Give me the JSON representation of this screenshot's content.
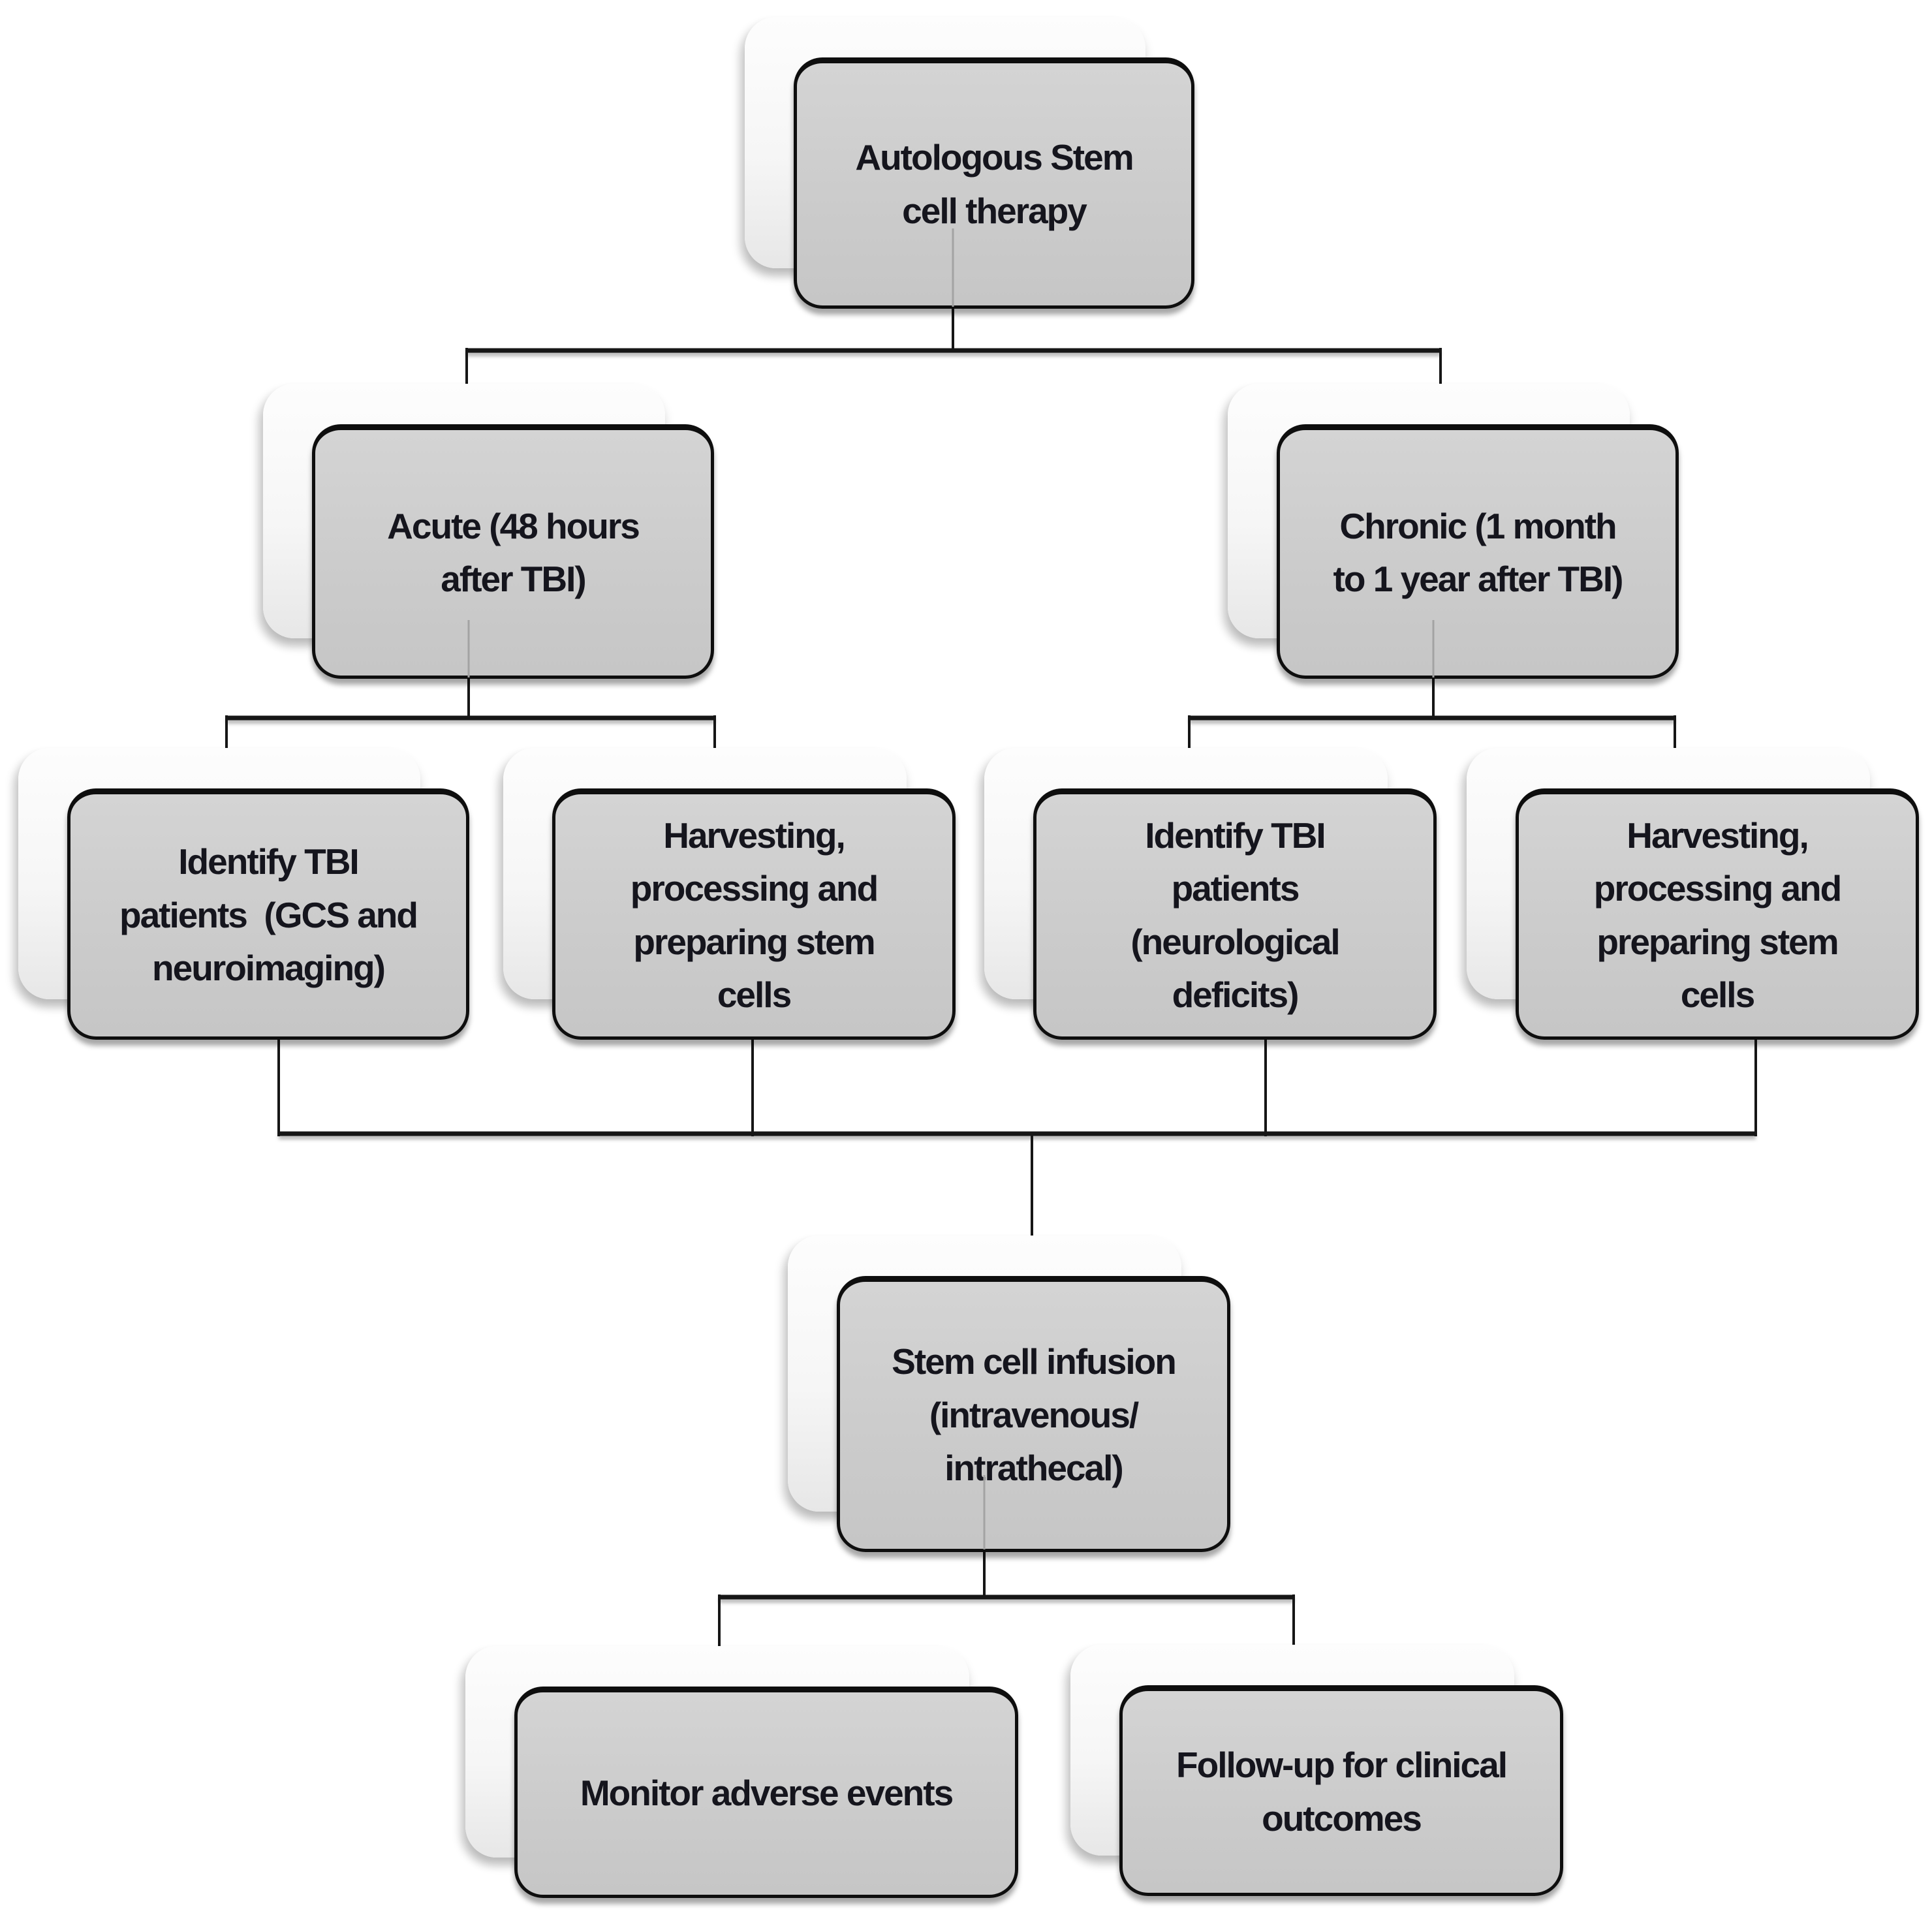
{
  "flowchart": {
    "nodes": [
      {
        "id": "root",
        "label": "Autologous Stem\ncell therapy"
      },
      {
        "id": "acute",
        "label": "Acute (48 hours\nafter TBI)"
      },
      {
        "id": "chronic",
        "label": "Chronic (1 month\nto 1 year after TBI)"
      },
      {
        "id": "identify_acute",
        "label": "Identify TBI\npatients  (GCS and\nneuroimaging)"
      },
      {
        "id": "harvest_acute",
        "label": "Harvesting,\nprocessing and\npreparing stem\ncells"
      },
      {
        "id": "identify_chronic",
        "label": "Identify TBI\npatients\n(neurological\ndeficits)"
      },
      {
        "id": "harvest_chronic",
        "label": "Harvesting,\nprocessing and\npreparing stem\ncells"
      },
      {
        "id": "infusion",
        "label": "Stem cell infusion\n(intravenous/\nintrathecal)"
      },
      {
        "id": "monitor",
        "label": "Monitor adverse events"
      },
      {
        "id": "followup",
        "label": "Follow-up for clinical\noutcomes"
      }
    ],
    "edges": [
      {
        "from": "root",
        "to": "acute"
      },
      {
        "from": "root",
        "to": "chronic"
      },
      {
        "from": "acute",
        "to": "identify_acute"
      },
      {
        "from": "acute",
        "to": "harvest_acute"
      },
      {
        "from": "chronic",
        "to": "identify_chronic"
      },
      {
        "from": "chronic",
        "to": "harvest_chronic"
      },
      {
        "from": "identify_acute",
        "to": "infusion"
      },
      {
        "from": "harvest_acute",
        "to": "infusion"
      },
      {
        "from": "identify_chronic",
        "to": "infusion"
      },
      {
        "from": "harvest_chronic",
        "to": "infusion"
      },
      {
        "from": "infusion",
        "to": "monitor"
      },
      {
        "from": "infusion",
        "to": "followup"
      }
    ]
  },
  "colors": {
    "background": "#ffffff",
    "box_fill": "#cbcbcb",
    "box_border": "#0e0e0e",
    "backdrop_fill": "#f6f6f6",
    "connector": "#161616",
    "text": "#15151d"
  }
}
